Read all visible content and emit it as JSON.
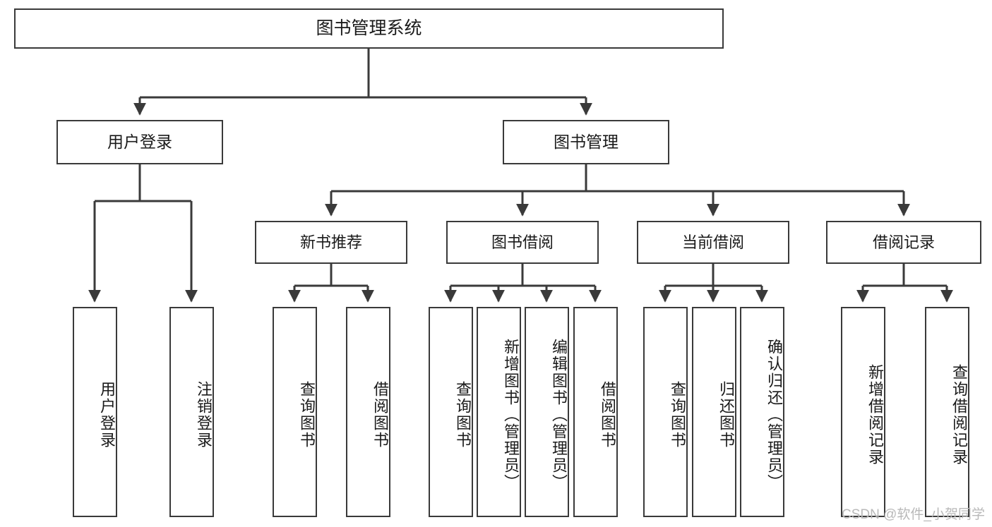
{
  "diagram": {
    "title": "图书管理系统",
    "type": "tree",
    "watermark": "CSDN @软件_小贺同学",
    "colors": {
      "box_border": "#3a3a3a",
      "box_fill": "#ffffff",
      "line": "#3a3a3a",
      "text": "#1a1a1a",
      "watermark": "#b9b9b9"
    },
    "root": {
      "label": "图书管理系统"
    },
    "level2": [
      {
        "label": "用户登录"
      },
      {
        "label": "图书管理"
      }
    ],
    "level3": [
      {
        "label": "新书推荐"
      },
      {
        "label": "图书借阅"
      },
      {
        "label": "当前借阅"
      },
      {
        "label": "借阅记录"
      }
    ],
    "leaves": {
      "user_login": [
        {
          "label": "用户登录"
        },
        {
          "label": "注销登录"
        }
      ],
      "new_book_recommend": [
        {
          "label": "查询图书"
        },
        {
          "label": "借阅图书"
        }
      ],
      "book_borrow": [
        {
          "label": "查询图书"
        },
        {
          "label": "新增图书（管理员）"
        },
        {
          "label": "编辑图书（管理员）"
        },
        {
          "label": "借阅图书"
        }
      ],
      "current_borrow": [
        {
          "label": "查询图书"
        },
        {
          "label": "归还图书"
        },
        {
          "label": "确认归还（管理员）"
        }
      ],
      "borrow_records": [
        {
          "label": "新增借阅记录"
        },
        {
          "label": "查询借阅记录"
        }
      ]
    }
  }
}
